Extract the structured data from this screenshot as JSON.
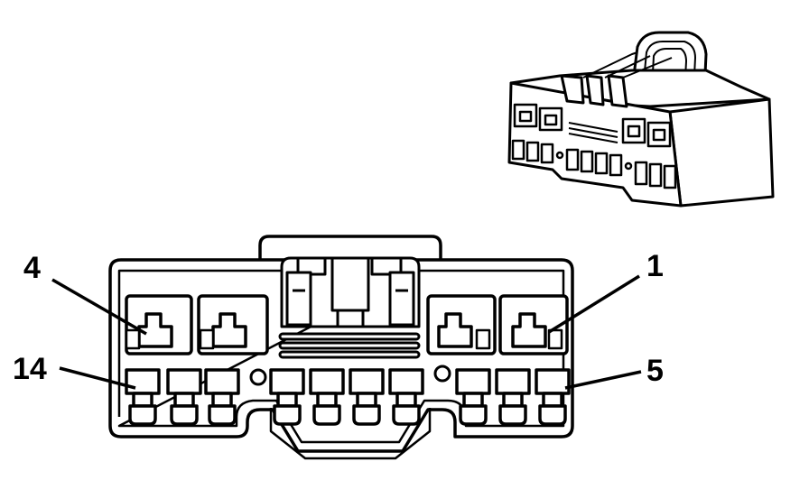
{
  "colors": {
    "ink": "#000000",
    "paper": "#ffffff",
    "shade": "#bdbdbd"
  },
  "diagram": {
    "subject": "connector-face-view",
    "upper_cavity_count": 4,
    "lower_cavity_count": 10,
    "callouts": {
      "top_left": "4",
      "top_right": "1",
      "bottom_left": "14",
      "bottom_right": "5"
    }
  }
}
